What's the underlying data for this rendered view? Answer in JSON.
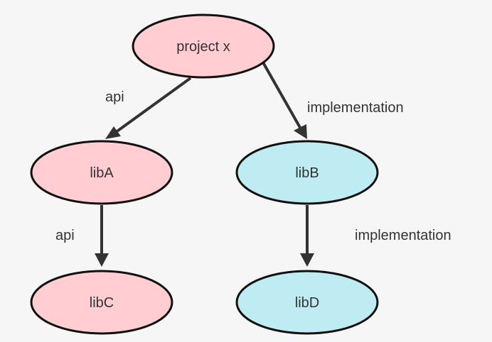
{
  "colors": {
    "background": "#f6f6f6",
    "pink_fill": "#ffcdd2",
    "cyan_fill": "#bfecf2",
    "outline": "#111111",
    "edge": "#333333"
  },
  "nodes": {
    "project_x": "project x",
    "libA": "libA",
    "libB": "libB",
    "libC": "libC",
    "libD": "libD"
  },
  "edges": {
    "project_to_libA": "api",
    "project_to_libB": "implementation",
    "libA_to_libC": "api",
    "libB_to_libD": "implementation"
  }
}
